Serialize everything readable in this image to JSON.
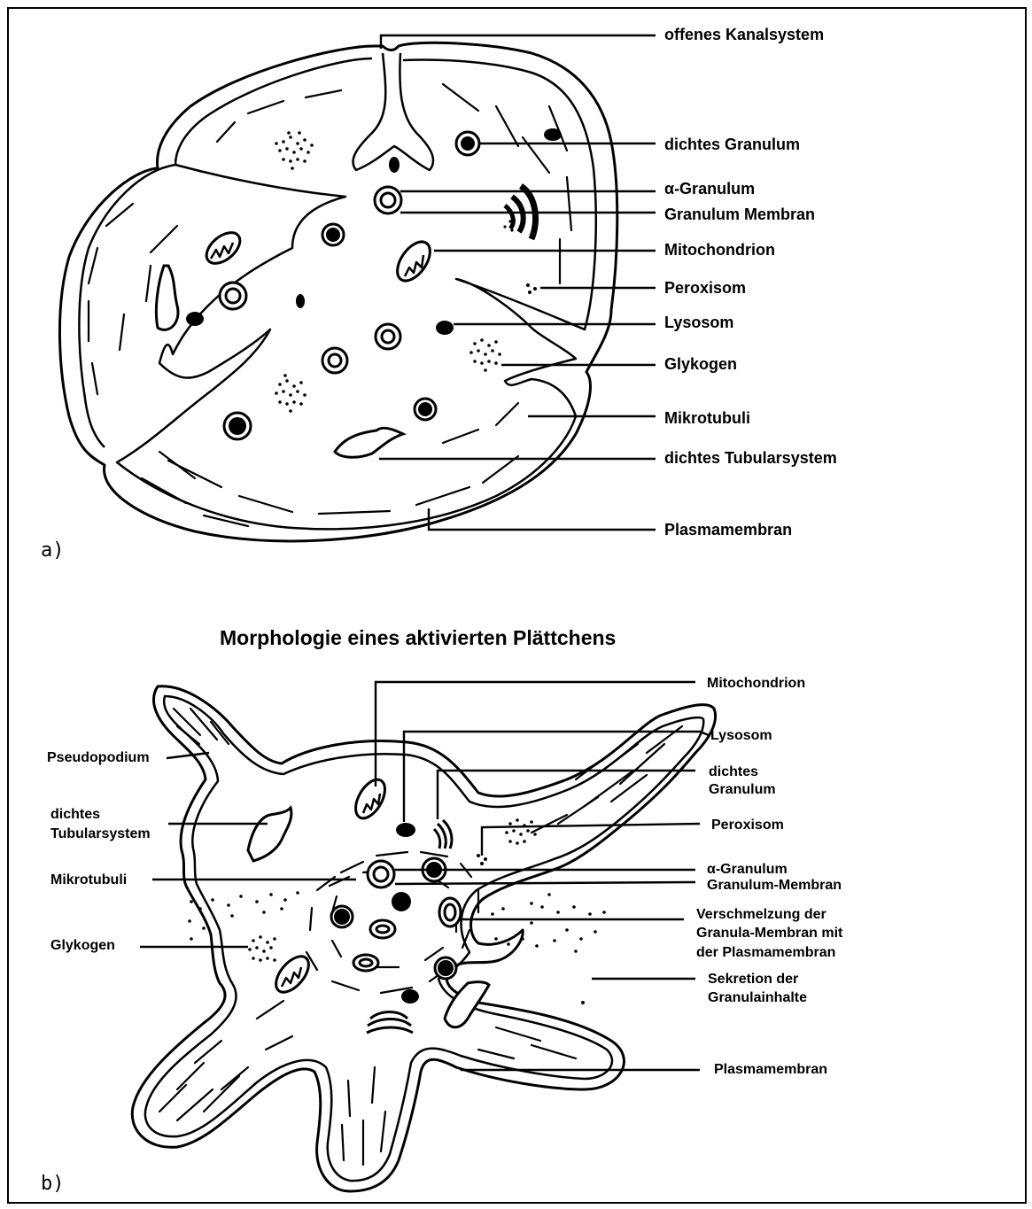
{
  "panel_a": {
    "panel_label": "a)",
    "labels": {
      "offenes_kanalsystem": "offenes Kanalsystem",
      "dichtes_granulum": "dichtes Granulum",
      "alpha_granulum": "α-Granulum",
      "granulum_membran": "Granulum Membran",
      "mitochondrion": "Mitochondrion",
      "peroxisom": "Peroxisom",
      "lysosom": "Lysosom",
      "glykogen": "Glykogen",
      "mikrotubuli": "Mikrotubuli",
      "dichtes_tubularsystem": "dichtes Tubularsystem",
      "plasmamembran": "Plasmamembran"
    }
  },
  "panel_b": {
    "title": "Morphologie eines aktivierten Plättchens",
    "panel_label": "b)",
    "labels": {
      "mitochondrion": "Mitochondrion",
      "lysosom": "Lysosom",
      "dichtes_granulum_1": "dichtes",
      "dichtes_granulum_2": "Granulum",
      "peroxisom": "Peroxisom",
      "alpha_granulum": "α-Granulum",
      "granulum_membran": "Granulum-Membran",
      "verschmelzung_1": "Verschmelzung der",
      "verschmelzung_2": "Granula-Membran mit",
      "verschmelzung_3": "der Plasmamembran",
      "sekretion_1": "Sekretion der",
      "sekretion_2": "Granulainhalte",
      "plasmamembran": "Plasmamembran",
      "pseudopodium": "Pseudopodium",
      "tubularsystem_1": "dichtes",
      "tubularsystem_2": "Tubularsystem",
      "mikrotubuli": "Mikrotubuli",
      "glykogen": "Glykogen"
    }
  }
}
